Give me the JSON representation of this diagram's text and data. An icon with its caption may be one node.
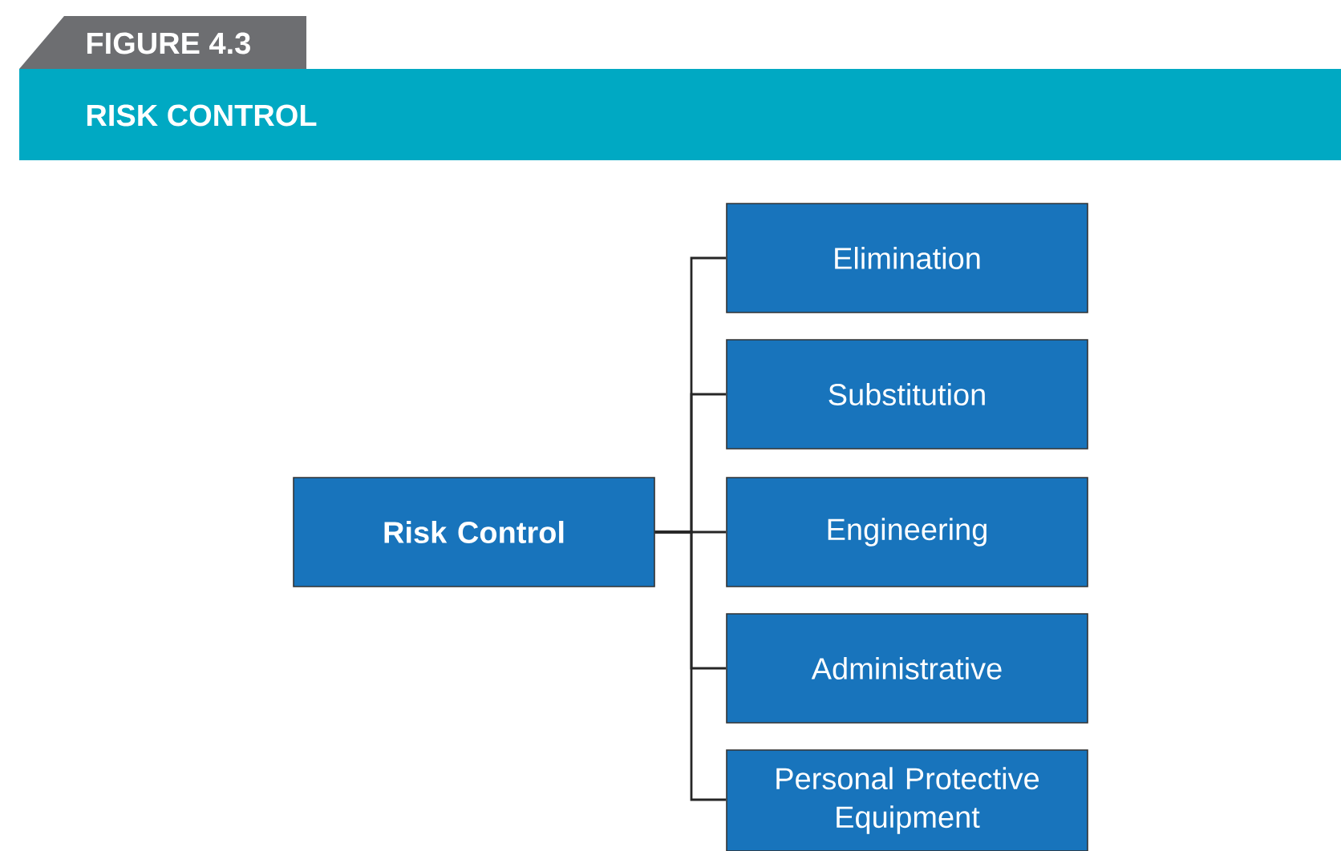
{
  "diagram": {
    "title": "RISK CONTROL",
    "nodes": [
      {
        "text": [
          "Risk Control"
        ]
      },
      {
        "text": [
          "Elimination"
        ]
      },
      {
        "text": [
          "Substitution"
        ]
      },
      {
        "text": [
          "Engineering"
        ]
      },
      {
        "text": [
          "Administrative"
        ]
      },
      {
        "text": [
          "Personal Protective Equipment"
        ]
      }
    ],
    "edges": [
      {
        "from": 0,
        "to": 1,
        "arrow": "none"
      },
      {
        "from": 0,
        "to": 2,
        "arrow": "none"
      },
      {
        "from": 0,
        "to": 3,
        "arrow": "none"
      },
      {
        "from": 0,
        "to": 4,
        "arrow": "none"
      },
      {
        "from": 0,
        "to": 5,
        "arrow": "none"
      }
    ],
    "labels": [
      "FIGURE 4.3"
    ]
  }
}
